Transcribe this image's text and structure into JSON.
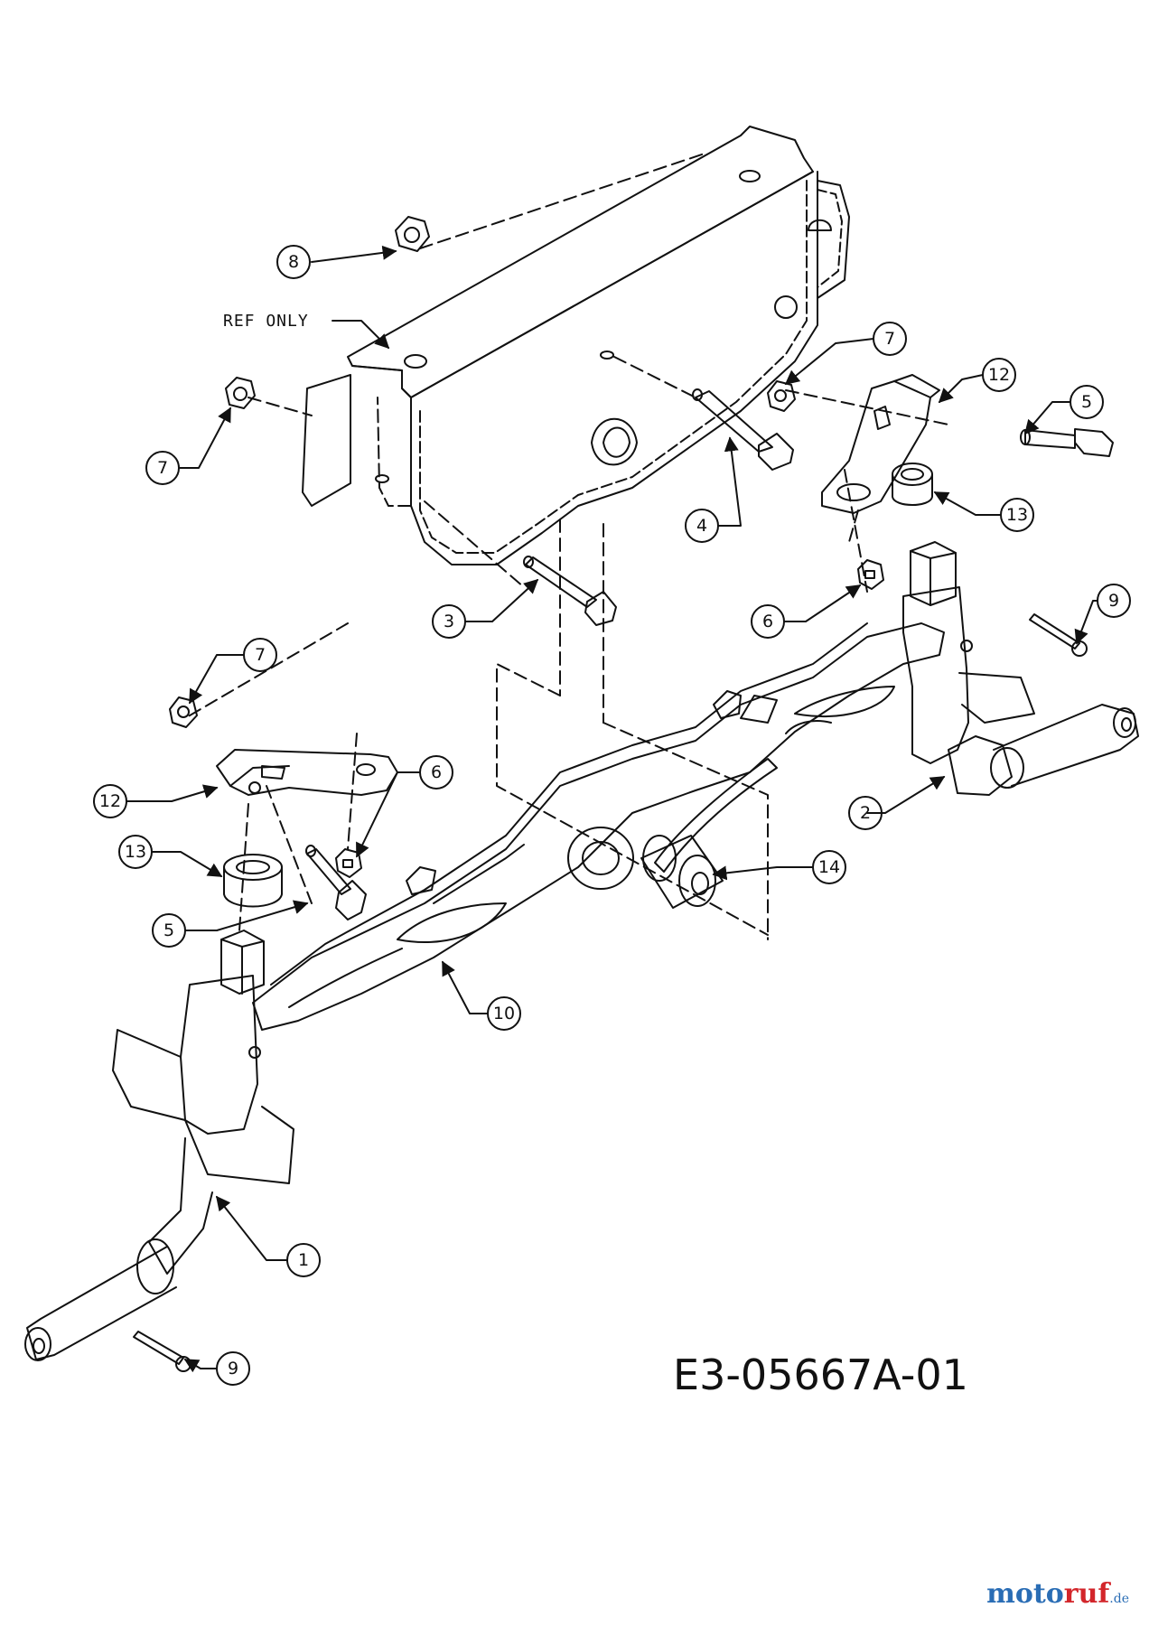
{
  "diagram": {
    "ref_label": "REF ONLY",
    "drawing_number": "E3-05667A-01",
    "callouts": {
      "c1": "1",
      "c2": "2",
      "c3": "3",
      "c4": "4",
      "c5a": "5",
      "c5b": "5",
      "c6a": "6",
      "c6b": "6",
      "c7a": "7",
      "c7b": "7",
      "c7c": "7",
      "c8": "8",
      "c9a": "9",
      "c9b": "9",
      "c10": "10",
      "c12a": "12",
      "c12b": "12",
      "c13a": "13",
      "c13b": "13",
      "c14": "14"
    }
  },
  "watermark": {
    "brand": "motoruf",
    "suffix": ".de",
    "colors": {
      "moto": "#2a6db5",
      "ruf": "#d3262b"
    }
  }
}
